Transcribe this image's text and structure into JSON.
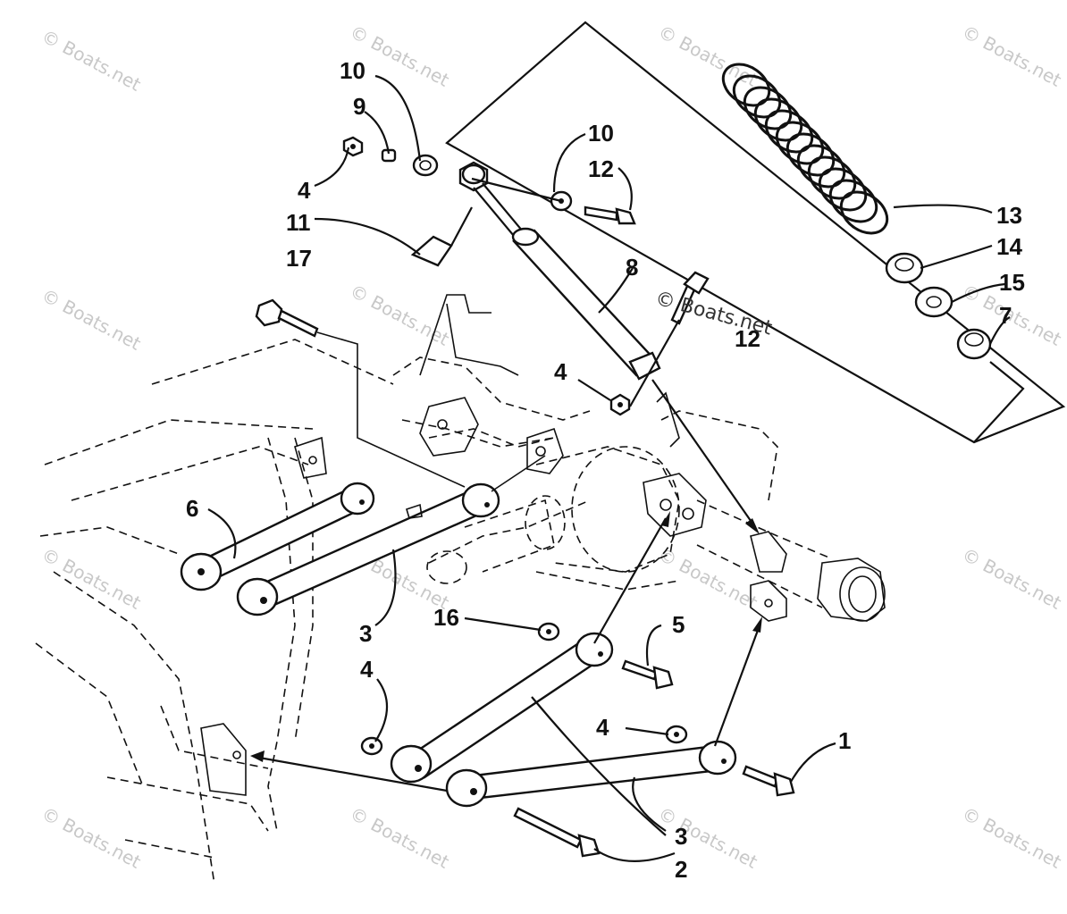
{
  "watermark": {
    "text": "© Boats.net"
  },
  "callouts": [
    {
      "id": "c10a",
      "label": "10"
    },
    {
      "id": "c9",
      "label": "9"
    },
    {
      "id": "c4a",
      "label": "4"
    },
    {
      "id": "c11",
      "label": "11"
    },
    {
      "id": "c17",
      "label": "17"
    },
    {
      "id": "c10b",
      "label": "10"
    },
    {
      "id": "c12a",
      "label": "12"
    },
    {
      "id": "c8",
      "label": "8"
    },
    {
      "id": "c12b",
      "label": "12"
    },
    {
      "id": "c4b",
      "label": "4"
    },
    {
      "id": "c13",
      "label": "13"
    },
    {
      "id": "c14",
      "label": "14"
    },
    {
      "id": "c15",
      "label": "15"
    },
    {
      "id": "c7",
      "label": "7"
    },
    {
      "id": "c6",
      "label": "6"
    },
    {
      "id": "c3a",
      "label": "3"
    },
    {
      "id": "c16",
      "label": "16"
    },
    {
      "id": "c5",
      "label": "5"
    },
    {
      "id": "c4c",
      "label": "4"
    },
    {
      "id": "c4d",
      "label": "4"
    },
    {
      "id": "c1",
      "label": "1"
    },
    {
      "id": "c3b",
      "label": "3"
    },
    {
      "id": "c2",
      "label": "2"
    }
  ]
}
